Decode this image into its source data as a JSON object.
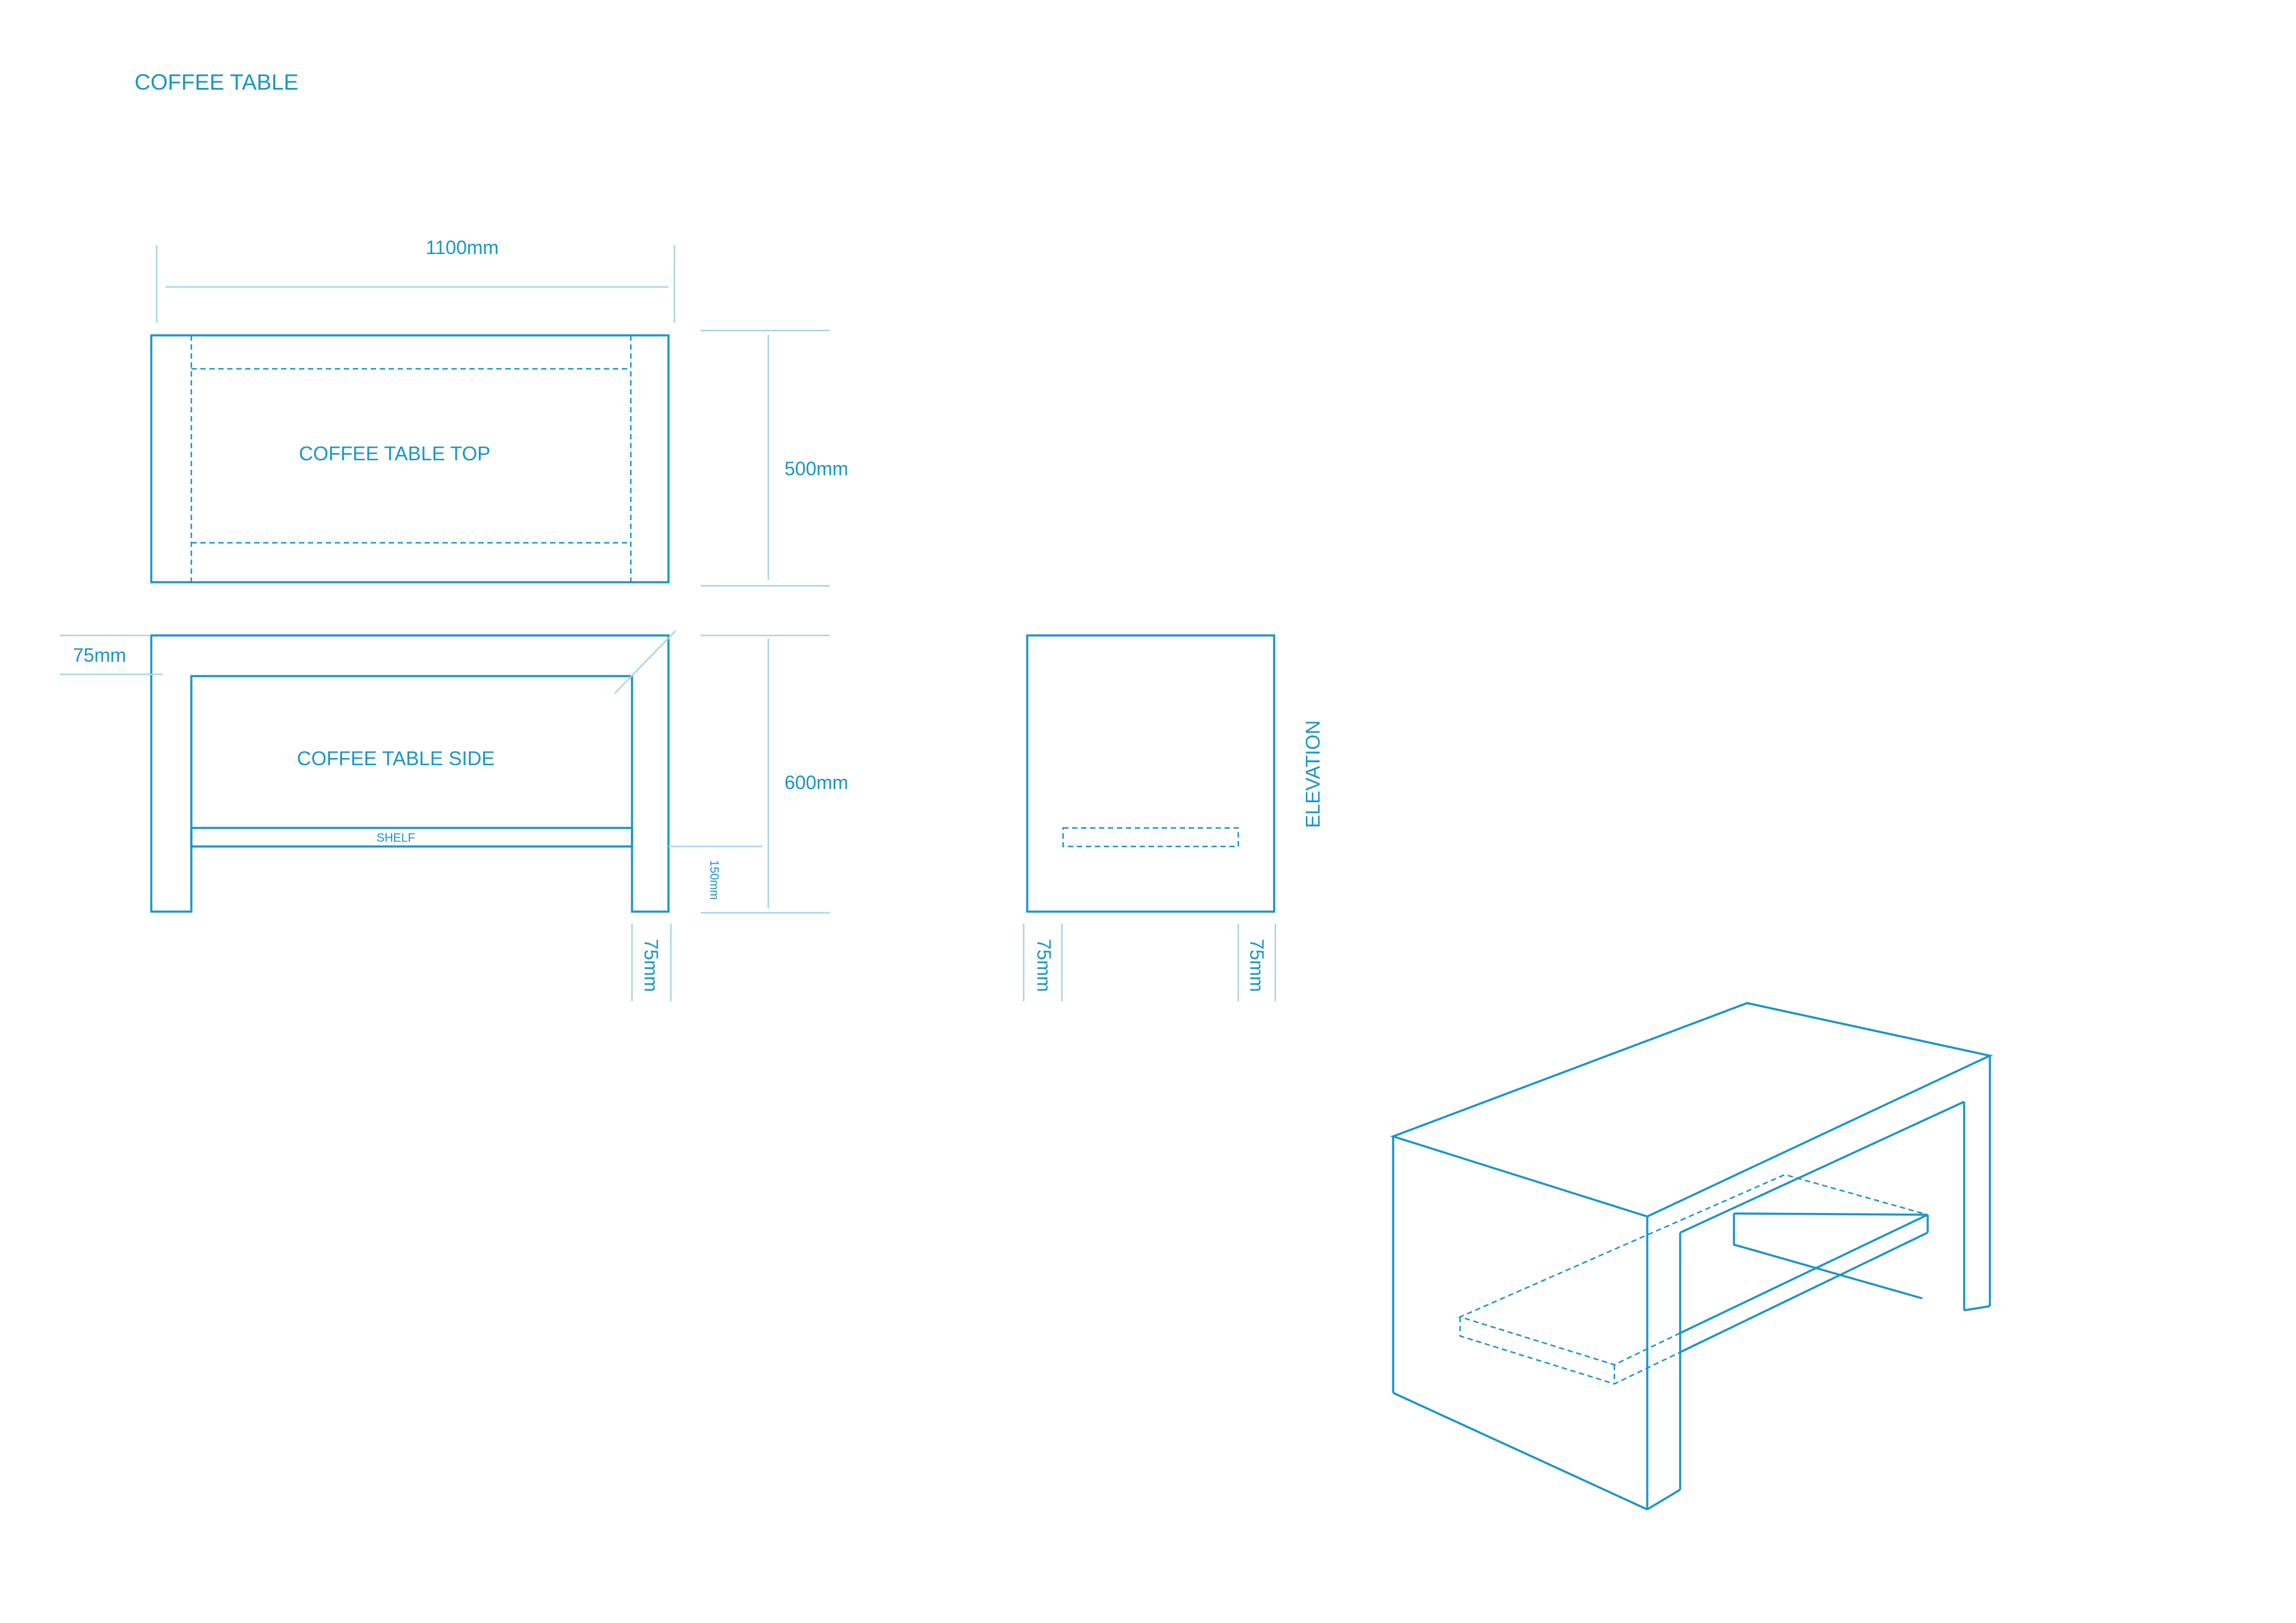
{
  "sheet": {
    "title": "COFFEE TABLE",
    "colors": {
      "line": "#1a95c9",
      "dimension_line": "#a8d4e8",
      "background": "#ffffff"
    }
  },
  "top_view": {
    "label": "COFFEE TABLE TOP",
    "width_dim": "1100mm",
    "depth_dim": "500mm"
  },
  "side_view": {
    "label": "COFFEE TABLE SIDE",
    "shelf_label": "SHELF",
    "thickness_dim": "75mm",
    "height_dim": "600mm",
    "shelf_height_dim": "150mm",
    "leg_dim": "75mm"
  },
  "elevation_view": {
    "label": "ELEVATION",
    "left_leg_dim": "75mm",
    "right_leg_dim": "75mm"
  }
}
